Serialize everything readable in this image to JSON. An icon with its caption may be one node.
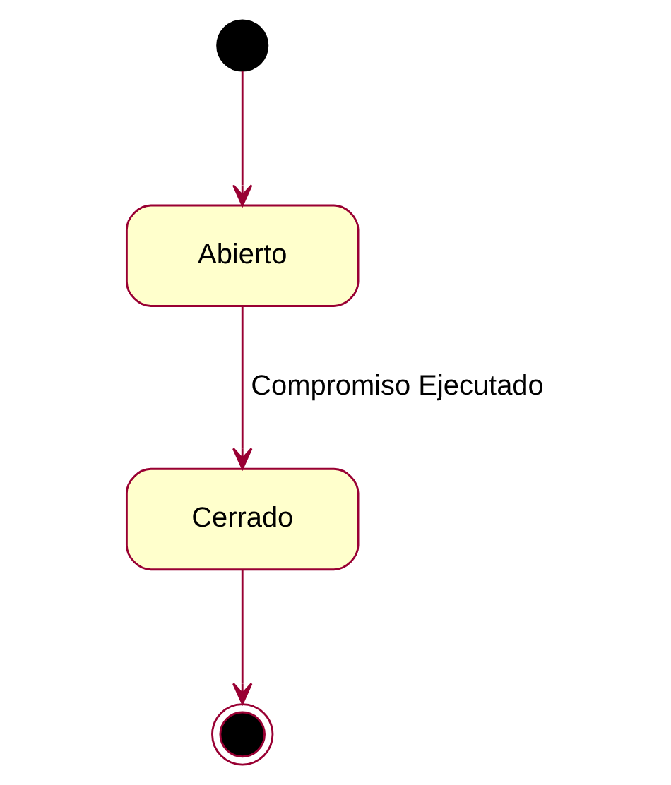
{
  "diagram": {
    "nodes": [
      {
        "text": [],
        "shape": "circle"
      },
      {
        "text": [
          "Abierto"
        ]
      },
      {
        "text": [
          "Cerrado"
        ]
      },
      {
        "text": [],
        "shape": "circle"
      }
    ],
    "edges": [
      {
        "from": 0,
        "to": 1,
        "arrow": "to"
      },
      {
        "from": 1,
        "to": 2,
        "arrow": "to",
        "label": "Compromiso Ejecutado"
      },
      {
        "from": 2,
        "to": 3,
        "arrow": "to"
      }
    ]
  }
}
